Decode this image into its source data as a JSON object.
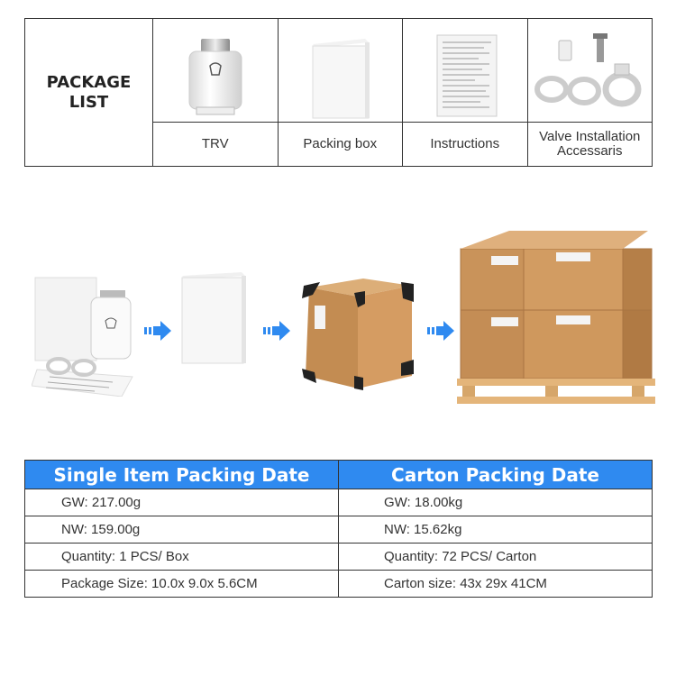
{
  "package": {
    "heading": "PACKAGE\nLIST",
    "items": [
      {
        "label": "TRV",
        "icon": "trv-device-icon"
      },
      {
        "label": "Packing box",
        "icon": "white-box-icon"
      },
      {
        "label": "Instructions",
        "icon": "instruction-sheet-icon"
      },
      {
        "label": "Valve Installation\nAccessaris",
        "icon": "valve-adapters-icon"
      }
    ]
  },
  "flow": {
    "steps": [
      "product-set-illustration",
      "white-box-illustration",
      "carton-illustration",
      "pallet-illustration"
    ]
  },
  "packing": {
    "headers": [
      "Single Item Packing Date",
      "Carton Packing Date"
    ],
    "rows": [
      [
        "GW: 217.00g",
        "GW: 18.00kg"
      ],
      [
        "NW: 159.00g",
        "NW: 15.62kg"
      ],
      [
        "Quantity: 1 PCS/ Box",
        "Quantity: 72 PCS/ Carton"
      ],
      [
        "Package Size: 10.0x 9.0x 5.6CM",
        "Carton size: 43x 29x 41CM"
      ]
    ],
    "header_color": "#2f8af0"
  },
  "colors": {
    "accent": "#2f8af0",
    "cardboard": "#c9935a",
    "pallet": "#e4b57a"
  }
}
